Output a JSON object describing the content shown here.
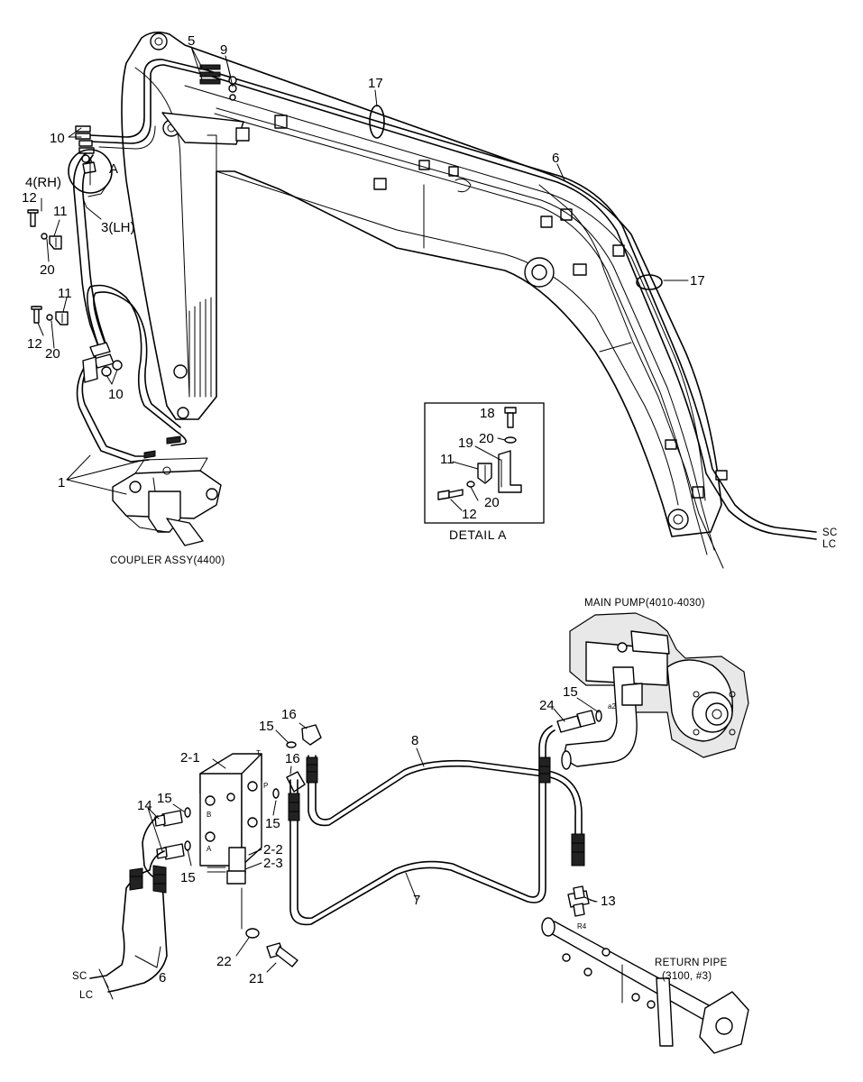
{
  "callouts_top": {
    "c5": "5",
    "c9": "9",
    "c17a": "17",
    "c17b": "17",
    "c6": "6",
    "c10a": "10",
    "c10b": "10",
    "c4": "4(RH)",
    "c3": "3(LH)",
    "c12a": "12",
    "c12b": "12",
    "c11a": "11",
    "c11b": "11",
    "c20a": "20",
    "c20b": "20",
    "c1": "1",
    "cA": "A"
  },
  "labels_top": {
    "coupler": "COUPLER ASSY(4400)",
    "sc": "SC",
    "lc": "LC"
  },
  "detail": {
    "title": "DETAIL  A",
    "c18": "18",
    "c20a": "20",
    "c19": "19",
    "c11": "11",
    "c20b": "20",
    "c12": "12"
  },
  "callouts_bottom": {
    "c2_1": "2-1",
    "c15a": "15",
    "c16a": "16",
    "c16b": "16",
    "c14": "14",
    "c15b": "15",
    "c15c": "15",
    "c15d": "15",
    "c2_2": "2-2",
    "c2_3": "2-3",
    "c8": "8",
    "c7": "7",
    "c15e": "15",
    "c24": "24",
    "c13": "13",
    "c22": "22",
    "c21": "21",
    "c6": "6"
  },
  "labels_bottom": {
    "main_pump": "MAIN PUMP(4010-4030)",
    "return_pipe_1": "RETURN PIPE",
    "return_pipe_2": "(3100, #3)",
    "sc": "SC",
    "lc": "LC"
  },
  "ports": {
    "t": "T",
    "p": "P",
    "b": "B",
    "a": "A",
    "a2": "a2",
    "r4": "R4"
  }
}
